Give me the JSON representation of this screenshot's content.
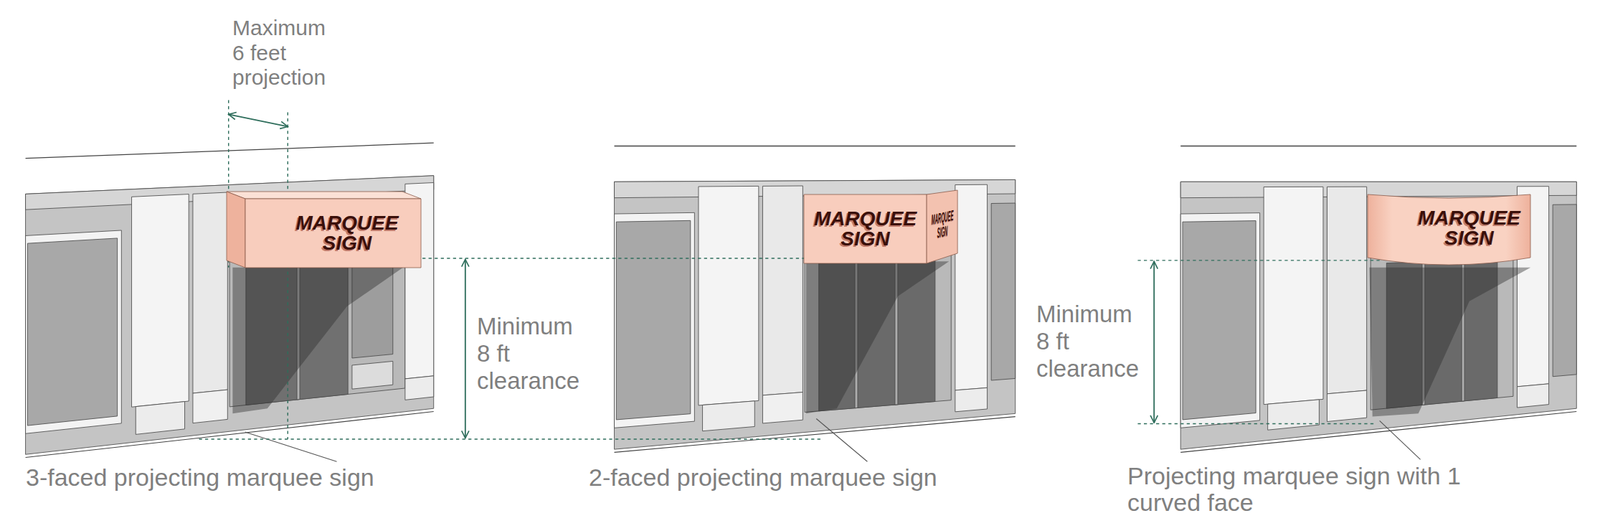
{
  "diagram": {
    "nodes": [
      {
        "text": [
          "MARQUEE SIGN"
        ]
      },
      {
        "text": [
          "MARQUEE SIGN",
          "MARQUEE SIGN"
        ]
      },
      {
        "text": [
          "MARQUEE SIGN"
        ]
      }
    ],
    "labels": [
      "Maximum 6 feet projection",
      "Minimum 8 ft clearance",
      "Minimum 8 ft clearance",
      "3-faced projecting marquee sign",
      "2-faced projecting marquee sign",
      "Projecting marquee sign with 1 curved face"
    ]
  }
}
